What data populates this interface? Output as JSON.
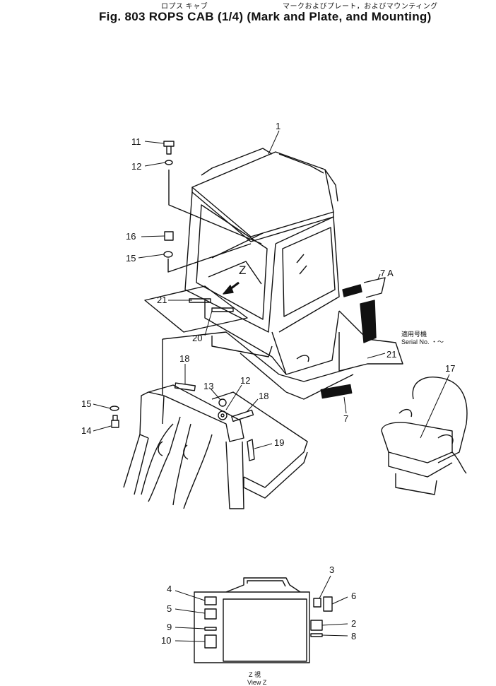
{
  "header": {
    "jp_line_left": "ロプス キャブ",
    "jp_line_right": "マークおよびプレート，およびマウンティング",
    "title": "Fig. 803   ROPS CAB (1/4) (Mark and Plate, and Mounting)"
  },
  "serial": {
    "jp": "適用号機",
    "en": "Serial No. ・～"
  },
  "view": {
    "jp": "Z 視",
    "en": "View Z",
    "letter": "Z"
  },
  "callouts": [
    "1",
    "2",
    "3",
    "4",
    "5",
    "6",
    "7",
    "7 A",
    "8",
    "9",
    "10",
    "11",
    "12",
    "12",
    "13",
    "14",
    "15",
    "15",
    "16",
    "17",
    "18",
    "18",
    "19",
    "20",
    "21",
    "21"
  ]
}
